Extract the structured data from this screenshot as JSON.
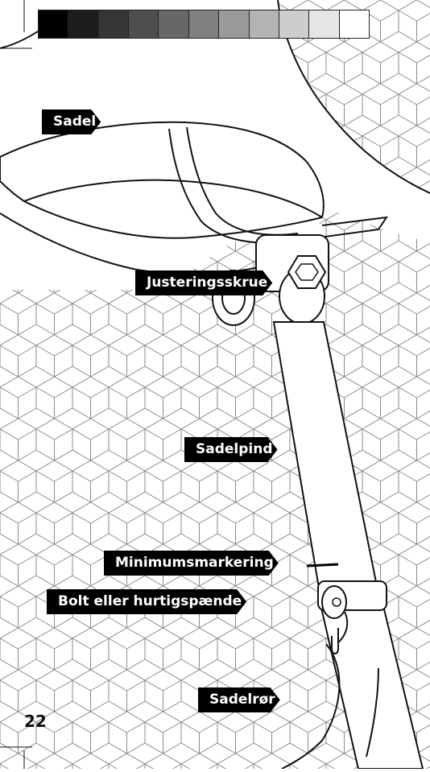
{
  "labels": {
    "saddle": "Sadel",
    "adjust_screw": "Justeringsskrue",
    "seatpost": "Sadelpind",
    "min_mark": "Minimumsmarkering",
    "bolt": "Bolt eller hurtigspænde",
    "seat_tube": "Sadelrør"
  },
  "page_number": "22",
  "colors": {
    "ink": "#111111",
    "pattern": "#8a8a8a",
    "label_bg": "#000000",
    "label_text": "#ffffff"
  },
  "swatches": [
    "#000000",
    "#1c1c1c",
    "#363636",
    "#4e4e4e",
    "#676767",
    "#808080",
    "#9a9a9a",
    "#b3b3b3",
    "#cdcdcd",
    "#e6e6e6",
    "#ffffff"
  ]
}
